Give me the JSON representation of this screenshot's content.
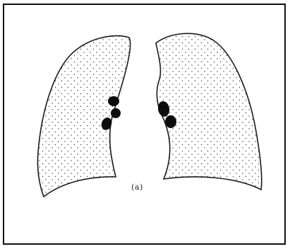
{
  "figure": {
    "caption": "(a)",
    "lungs": [
      {
        "side": "left-of-image",
        "nodes": 3
      },
      {
        "side": "right-of-image",
        "nodes": 2
      }
    ]
  },
  "colors": {
    "outline": "#1a1a1a",
    "fill": "#ffffff",
    "stipple": "#3a3a3a",
    "node": "#0d0d0d",
    "border": "#111111"
  }
}
